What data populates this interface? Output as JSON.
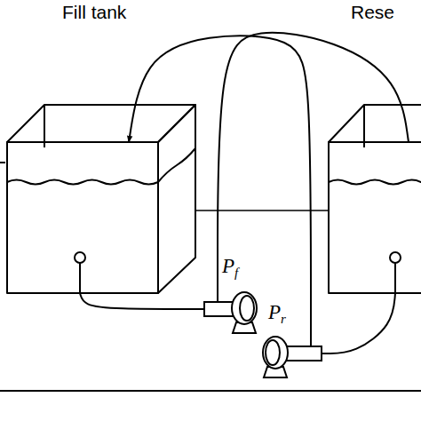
{
  "diagram": {
    "nodes": [
      {
        "text": [
          "Fill tank"
        ]
      },
      {
        "text": [
          "Rese"
        ]
      },
      {
        "text": [
          "Pf"
        ]
      },
      {
        "text": [
          "Pr"
        ]
      }
    ],
    "edges": [
      {
        "from": 0,
        "to": 2,
        "arrow": "none"
      },
      {
        "from": 2,
        "to": 1,
        "arrow": "none"
      },
      {
        "from": 1,
        "to": 3,
        "arrow": "none"
      },
      {
        "from": 3,
        "to": 0,
        "arrow": "to"
      }
    ]
  }
}
